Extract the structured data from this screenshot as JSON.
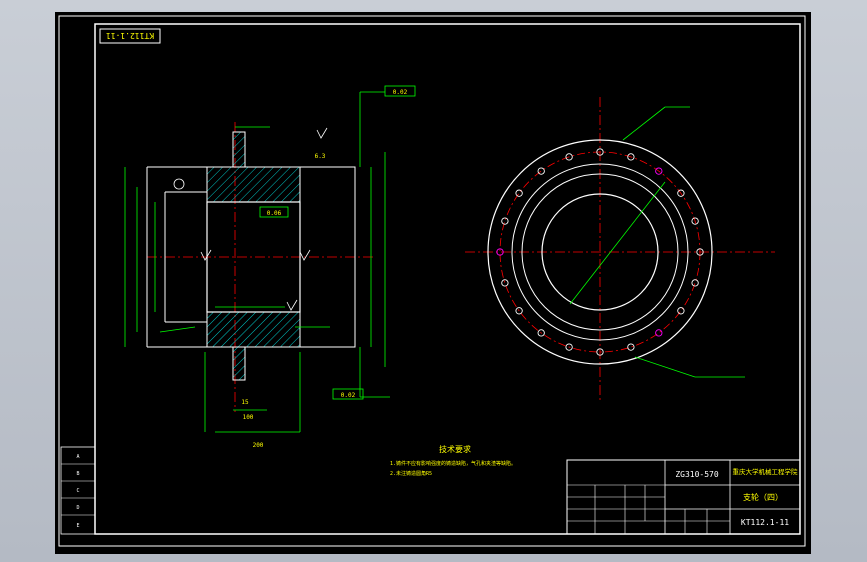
{
  "drawing": {
    "number_top": "KT112.1-11",
    "number_titleblock": "KT112.1-11",
    "model_code": "ZG310-570",
    "school": "重庆大学机械工程学院",
    "part_name": "支轮（四）"
  },
  "tech_requirements": {
    "title": "技术要求",
    "line1": "1.铸件不应有影响强度的铸造缺陷，气孔和夹渣等缺陷。",
    "line2": "2.未注铸造圆角R5"
  },
  "left_labels": [
    "A",
    "B",
    "C",
    "D",
    "E"
  ],
  "dims": {
    "bottom_width": "200",
    "bottom_step": "100",
    "bottom_small": "15",
    "flat_val": "0.02",
    "surface": "6.3",
    "spec": "0.06"
  },
  "colors": {
    "sheet": "#000000",
    "line": "#ffffff",
    "dim": "#00ff00",
    "center": "#ff0000",
    "text": "#ffff00",
    "hatch": "#00c8c8",
    "frame_bg": "#c0c6cf"
  }
}
